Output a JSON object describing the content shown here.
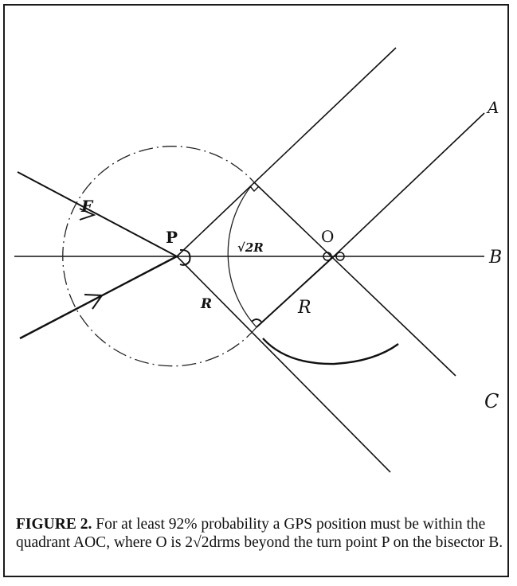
{
  "labels": {
    "P": "P",
    "O": "O",
    "A": "A",
    "B": "B",
    "C": "C",
    "F": "F",
    "R_lower": "R",
    "R_center": "R",
    "sqrt2R": "√2R"
  },
  "caption": {
    "label": "FIGURE 2.",
    "text": " For at least 92% probability a GPS position must be within the quadrant AOC, where O is 2√2drms beyond the turn point P on the bisector B."
  },
  "colors": {
    "ink": "#111111",
    "frame": "#1a1a1a"
  }
}
